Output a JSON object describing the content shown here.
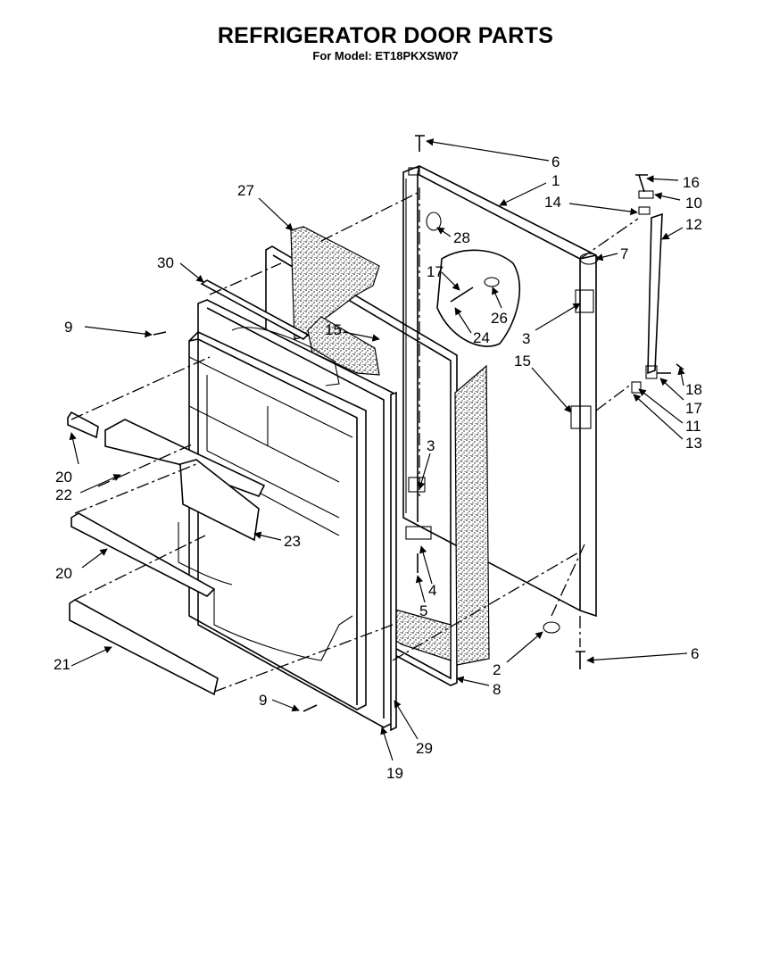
{
  "title": "REFRIGERATOR DOOR PARTS",
  "subtitle": "For Model: ET18PKXSW07",
  "callouts": [
    {
      "id": "c6a",
      "text": "6"
    },
    {
      "id": "c1",
      "text": "1"
    },
    {
      "id": "c27",
      "text": "27"
    },
    {
      "id": "c28",
      "text": "28"
    },
    {
      "id": "c16",
      "text": "16"
    },
    {
      "id": "c10",
      "text": "10"
    },
    {
      "id": "c14",
      "text": "14"
    },
    {
      "id": "c12",
      "text": "12"
    },
    {
      "id": "c7",
      "text": "7"
    },
    {
      "id": "c30",
      "text": "30"
    },
    {
      "id": "c17a",
      "text": "17"
    },
    {
      "id": "c26",
      "text": "26"
    },
    {
      "id": "c24",
      "text": "24"
    },
    {
      "id": "c3a",
      "text": "3"
    },
    {
      "id": "c9a",
      "text": "9"
    },
    {
      "id": "c15a",
      "text": "15"
    },
    {
      "id": "c15b",
      "text": "15"
    },
    {
      "id": "c18",
      "text": "18"
    },
    {
      "id": "c17b",
      "text": "17"
    },
    {
      "id": "c11",
      "text": "11"
    },
    {
      "id": "c13",
      "text": "13"
    },
    {
      "id": "c3b",
      "text": "3"
    },
    {
      "id": "c20a",
      "text": "20"
    },
    {
      "id": "c22",
      "text": "22"
    },
    {
      "id": "c23",
      "text": "23"
    },
    {
      "id": "c4",
      "text": "4"
    },
    {
      "id": "c20b",
      "text": "20"
    },
    {
      "id": "c5",
      "text": "5"
    },
    {
      "id": "c2",
      "text": "2"
    },
    {
      "id": "c6b",
      "text": "6"
    },
    {
      "id": "c21",
      "text": "21"
    },
    {
      "id": "c8",
      "text": "8"
    },
    {
      "id": "c9b",
      "text": "9"
    },
    {
      "id": "c29",
      "text": "29"
    },
    {
      "id": "c19",
      "text": "19"
    }
  ]
}
